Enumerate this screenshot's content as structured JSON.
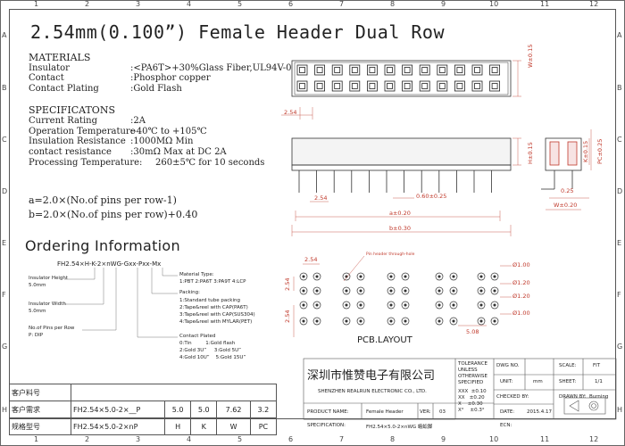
{
  "title": "2.54mm(0.100”) Female Header Dual Row",
  "frame": {
    "columns": [
      "1",
      "2",
      "3",
      "4",
      "5",
      "6",
      "7",
      "8",
      "9",
      "10",
      "11",
      "12"
    ],
    "rows": [
      "A",
      "B",
      "C",
      "D",
      "E",
      "F",
      "G",
      "H"
    ]
  },
  "materials": {
    "heading": "MATERIALS",
    "items": [
      {
        "label": "Insulator",
        "value": ":<PA6T>+30%Glass Fiber,UL94V-0"
      },
      {
        "label": "Contact",
        "value": ":Phosphor copper"
      },
      {
        "label": "Contact Plating",
        "value": ":Gold Flash"
      }
    ]
  },
  "specifications": {
    "heading": "SPECIFICATONS",
    "items": [
      {
        "label": "Current Rating",
        "value": ":2A"
      },
      {
        "label": "Operation Temperature",
        "value": ":-40℃ to +105℃"
      },
      {
        "label": "Insulation Resistance",
        "value": ":1000MΩ Min"
      },
      {
        "label": "contact resistance",
        "value": ":30mΩ Max at DC 2A"
      },
      {
        "label": "Processing Temperature:",
        "value": "260±5℃ for 10 seconds"
      }
    ]
  },
  "formulas": {
    "a": "a=2.0×(No.of pins per row-1)",
    "b": "b=2.0×(No.of pins per row)+0.40"
  },
  "ordering": {
    "heading": "Ordering Information",
    "code": "FH2.54×H-K-2×nWG-Gxx-Pxx-Mx",
    "insulator_height": [
      "Insulator Height",
      "5.0mm"
    ],
    "insulator_width": [
      "Insulator Width",
      "5.0mm"
    ],
    "pins_per_row": [
      "No.of Pins per Row",
      "P: DIP"
    ],
    "material_type": [
      "Material Type:",
      "1:PBT 2:PA6T 3:PA9T 4:LCP"
    ],
    "packing": [
      "Packing:",
      "1:Standard tube packing",
      "2:Tape&reel with CAP(PA6T)",
      "3:Tape&reel with CAP(SUS304)",
      "4:Tape&reel with MYLAR(PET)"
    ],
    "contact_plated": [
      "Contact Plated",
      "0:Tin         1:Gold flash",
      "2:Gold 3U”     3:Gold 5U”",
      "4:Gold 10U”    5:Gold 15U”"
    ]
  },
  "dimensions": {
    "w015": "W±0.15",
    "pitch1": "2.54",
    "h015": "H±0.15",
    "pitch2": "2.54",
    "pin": "0.60±0.25",
    "a": "a±0.20",
    "b": "b±0.30",
    "pc": "PC±0.25",
    "k015": "K±0.15",
    "p025": "0.25",
    "w020": "W±0.20",
    "pcb_pitch_x": "2.54",
    "pcb_pitch_y": "2.54",
    "pcb_pitch_y2": "2.54",
    "pcb_span": "5.08",
    "hole1": "Ø1.00",
    "hole2": "Ø1.20",
    "hole3": "Ø1.20",
    "hole4": "Ø1.00",
    "pin_header_note": "Pin header through-hole"
  },
  "pcb_layout": "PCB.LAYOUT",
  "company": {
    "cn": "深圳市惟赞电子有限公司",
    "en": "SHENZHEN REALRUN ELECTRONIC CO., LTD."
  },
  "title_block": {
    "tolerance": [
      "TOLERANCE",
      "UNLESS",
      "OTHERWISE",
      "SPECIFIED"
    ],
    "tol_values": [
      "XXX  ±0.10",
      "XX   ±0.20",
      "X    ±0.30",
      "X°    ±0.3°"
    ],
    "dwg_no": "DWG NO.",
    "scale": "SCALE:",
    "scale_val": "FIT",
    "unit": "UNIT:",
    "unit_val": "mm",
    "sheet": "SHEET:",
    "sheet_val": "1/1",
    "checked": "CHECKED BY:",
    "drawn": "DRAWN BY:",
    "drawn_val": "Burning",
    "product_name": "PRODUCT NAME:",
    "product_val": "Female Header",
    "ver": "VER:",
    "ver_val": "03",
    "date": "DATE:",
    "date_val": "2015.4.17",
    "specification": "SPECIFICATION:",
    "spec_val": "FH2.54×5.0-2×nWG 蛾蚣脚",
    "ecn": "ECN:"
  },
  "customer_table": {
    "rows": [
      [
        "客户料号",
        "",
        "",
        "",
        "",
        ""
      ],
      [
        "客户需求",
        "FH2.54×5.0-2×__P",
        "5.0",
        "5.0",
        "7.62",
        "3.2"
      ],
      [
        "规格型号",
        "FH2.54×5.0-2×nP",
        "H",
        "K",
        "W",
        "PC"
      ]
    ]
  }
}
